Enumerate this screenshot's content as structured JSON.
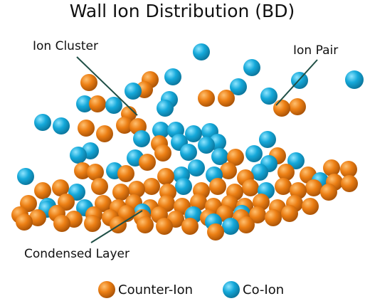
{
  "title": "Wall Ion Distribution (BD)",
  "colors": {
    "counter_ion": "#ec7f14",
    "counter_ion_highlight": "#ffc070",
    "counter_ion_shadow": "#a24e05",
    "co_ion": "#15a9da",
    "co_ion_highlight": "#8fe5ff",
    "co_ion_shadow": "#0a6f94",
    "leader_line": "#1f4f46"
  },
  "annotations": {
    "ion_cluster": "Ion Cluster",
    "ion_pair": "Ion Pair",
    "condensed_layer": "Condensed Layer"
  },
  "legend": {
    "counter_ion": "Counter-Ion",
    "co_ion": "Co-Ion"
  }
}
